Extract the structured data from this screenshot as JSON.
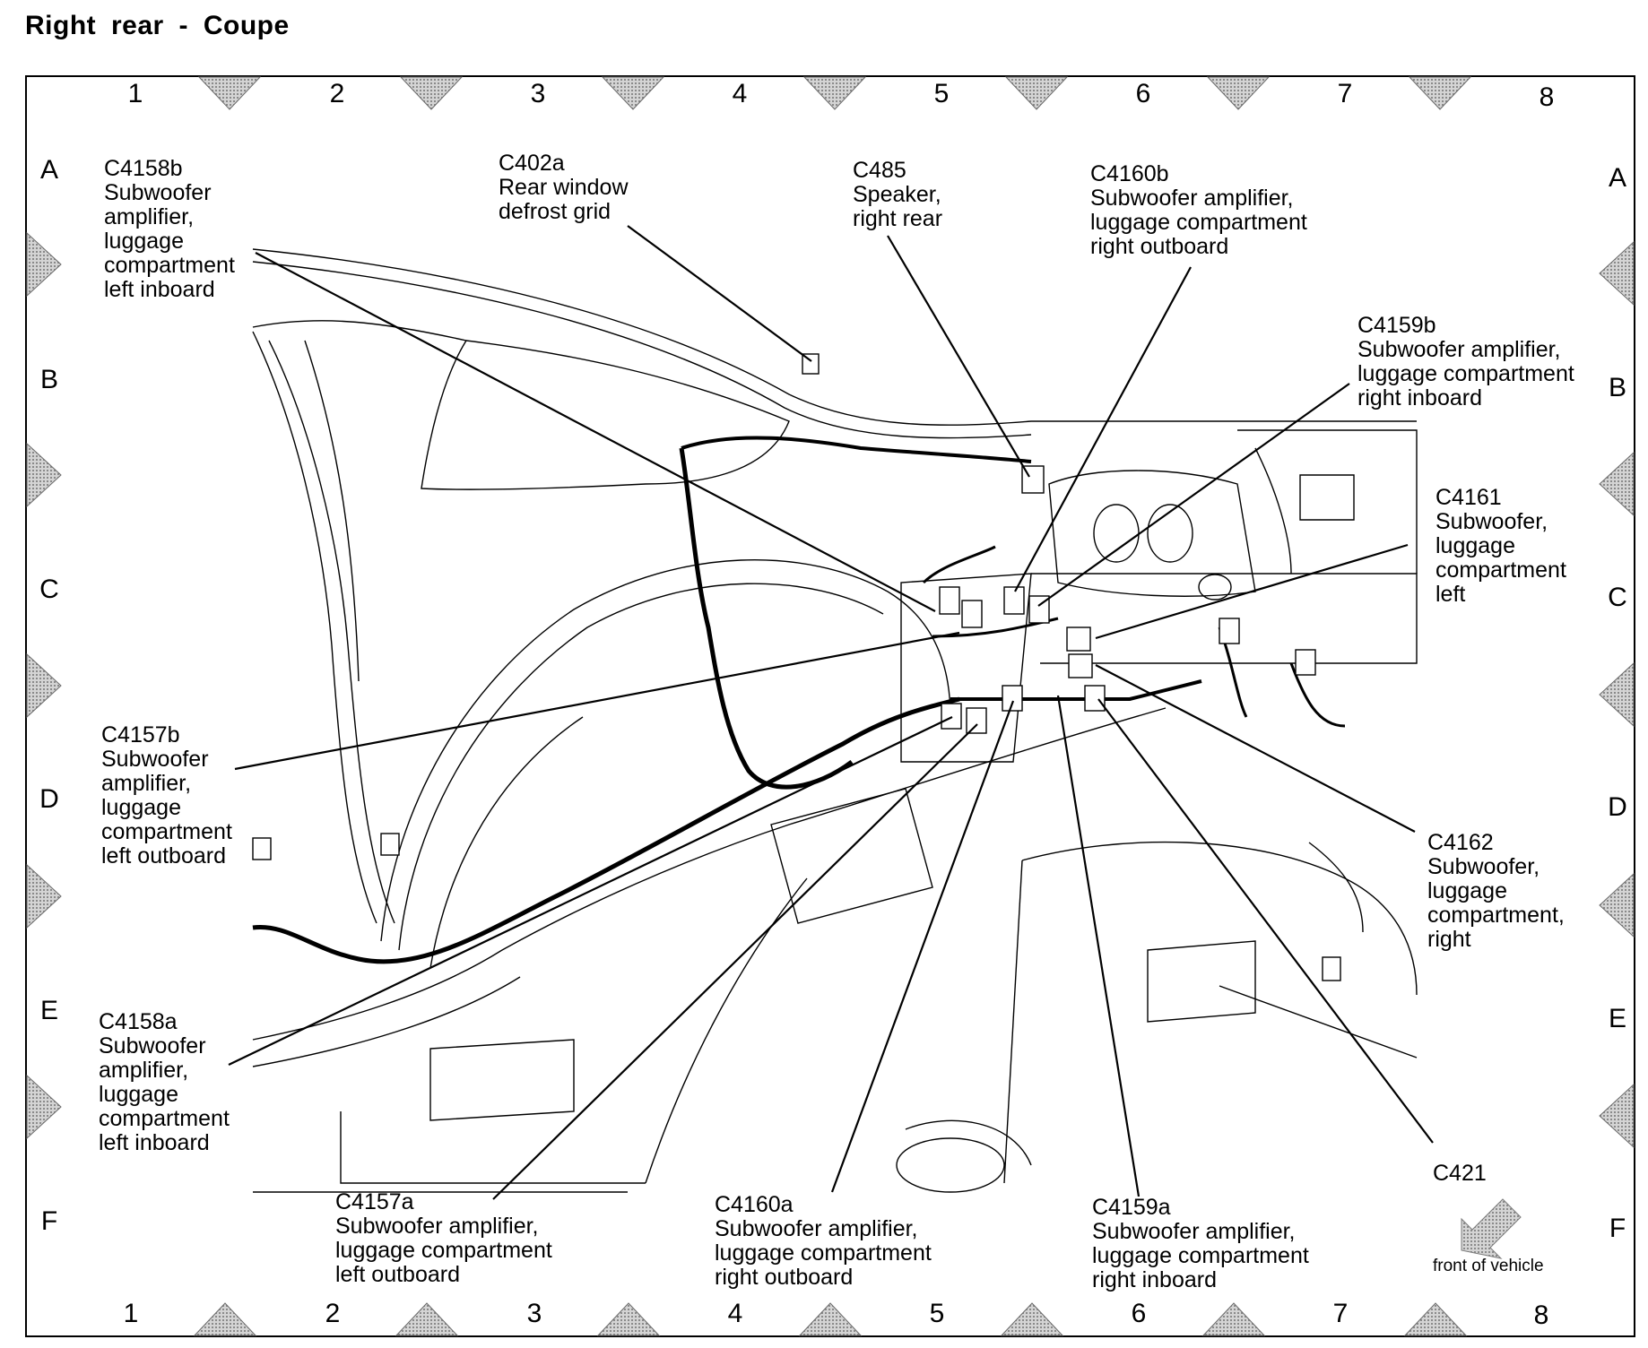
{
  "title": "Right rear - Coupe",
  "grid": {
    "columns": [
      "1",
      "2",
      "3",
      "4",
      "5",
      "6",
      "7",
      "8"
    ],
    "rows": [
      "A",
      "B",
      "C",
      "D",
      "E",
      "F"
    ]
  },
  "callouts": [
    {
      "id": "C4158b",
      "lines": [
        "Subwoofer",
        "amplifier,",
        "luggage",
        "compartment",
        "left inboard"
      ]
    },
    {
      "id": "C402a",
      "lines": [
        "Rear window",
        "defrost grid"
      ]
    },
    {
      "id": "C485",
      "lines": [
        "Speaker,",
        "right rear"
      ]
    },
    {
      "id": "C4160b",
      "lines": [
        "Subwoofer amplifier,",
        "luggage compartment",
        "right outboard"
      ]
    },
    {
      "id": "C4159b",
      "lines": [
        "Subwoofer amplifier,",
        "luggage compartment",
        "right inboard"
      ]
    },
    {
      "id": "C4161",
      "lines": [
        "Subwoofer,",
        "luggage",
        "compartment",
        "left"
      ]
    },
    {
      "id": "C4157b",
      "lines": [
        "Subwoofer",
        "amplifier,",
        "luggage",
        "compartment",
        "left outboard"
      ]
    },
    {
      "id": "C4162",
      "lines": [
        "Subwoofer,",
        "luggage",
        "compartment,",
        "right"
      ]
    },
    {
      "id": "C4158a",
      "lines": [
        "Subwoofer",
        "amplifier,",
        "luggage",
        "compartment",
        "left inboard"
      ]
    },
    {
      "id": "C421",
      "lines": []
    },
    {
      "id": "C4157a",
      "lines": [
        "Subwoofer amplifier,",
        "luggage compartment",
        "left outboard"
      ]
    },
    {
      "id": "C4160a",
      "lines": [
        "Subwoofer amplifier,",
        "luggage compartment",
        "right outboard"
      ]
    },
    {
      "id": "C4159a",
      "lines": [
        "Subwoofer amplifier,",
        "luggage compartment",
        "right inboard"
      ]
    }
  ],
  "orientation": {
    "label": "front of vehicle",
    "icon": "arrow-down-left-icon"
  }
}
